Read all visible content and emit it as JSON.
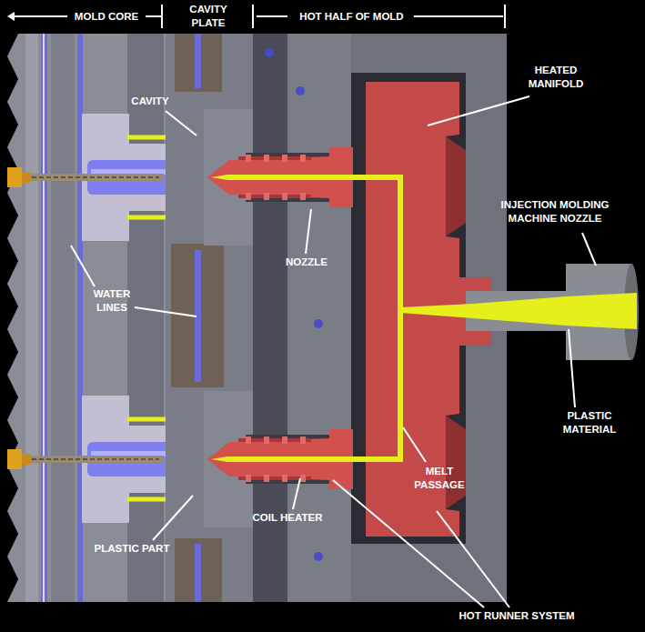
{
  "diagram": {
    "labels": [
      "MOLD CORE",
      "CAVITY PLATE",
      "HOT HALF OF MOLD",
      "CAVITY",
      "HEATED MANIFOLD",
      "INJECTION MOLDING MACHINE NOZZLE",
      "WATER LINES",
      "NOZZLE",
      "PLASTIC MATERIAL",
      "MELT PASSAGE",
      "PLASTIC PART",
      "COIL HEATER",
      "HOT RUNNER SYSTEM"
    ]
  }
}
